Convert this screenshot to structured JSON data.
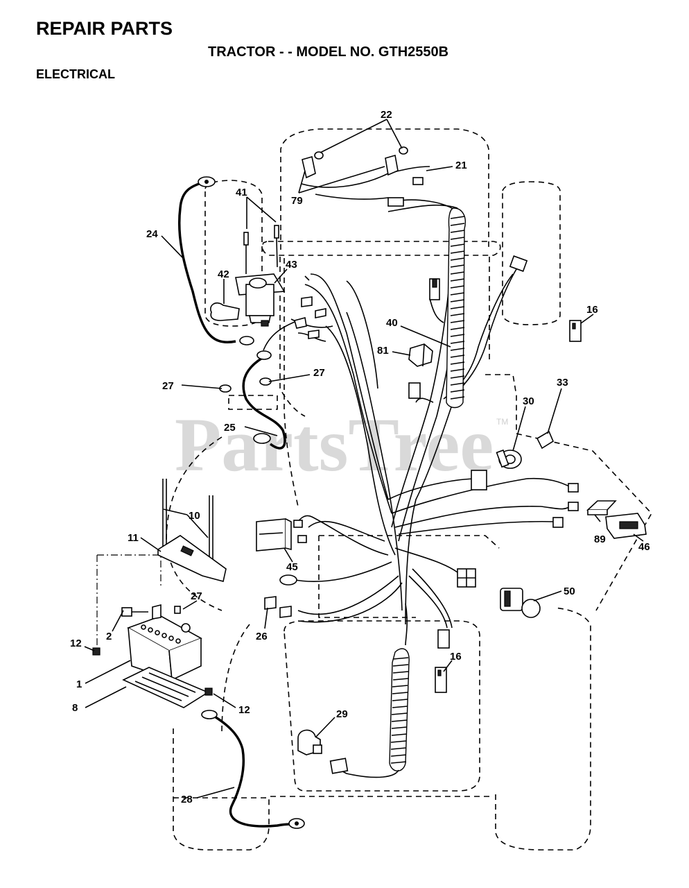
{
  "header": {
    "title": "REPAIR PARTS",
    "subtitle": "TRACTOR - - MODEL NO. GTH2550B",
    "section": "ELECTRICAL"
  },
  "watermark": {
    "text": "PartsTree",
    "tm": "TM"
  },
  "callouts": {
    "c22": "22",
    "c21": "21",
    "c79": "79",
    "c41": "41",
    "c24": "24",
    "c42": "42",
    "c43": "43",
    "c16a": "16",
    "c40": "40",
    "c81": "81",
    "c27a": "27",
    "c27b": "27",
    "c33": "33",
    "c30": "30",
    "c25": "25",
    "c10": "10",
    "c11": "11",
    "c89": "89",
    "c46": "46",
    "c45": "45",
    "c27c": "27",
    "c50": "50",
    "c2": "2",
    "c12a": "12",
    "c26": "26",
    "c16b": "16",
    "c1": "1",
    "c8": "8",
    "c12b": "12",
    "c29": "29",
    "c28": "28"
  }
}
